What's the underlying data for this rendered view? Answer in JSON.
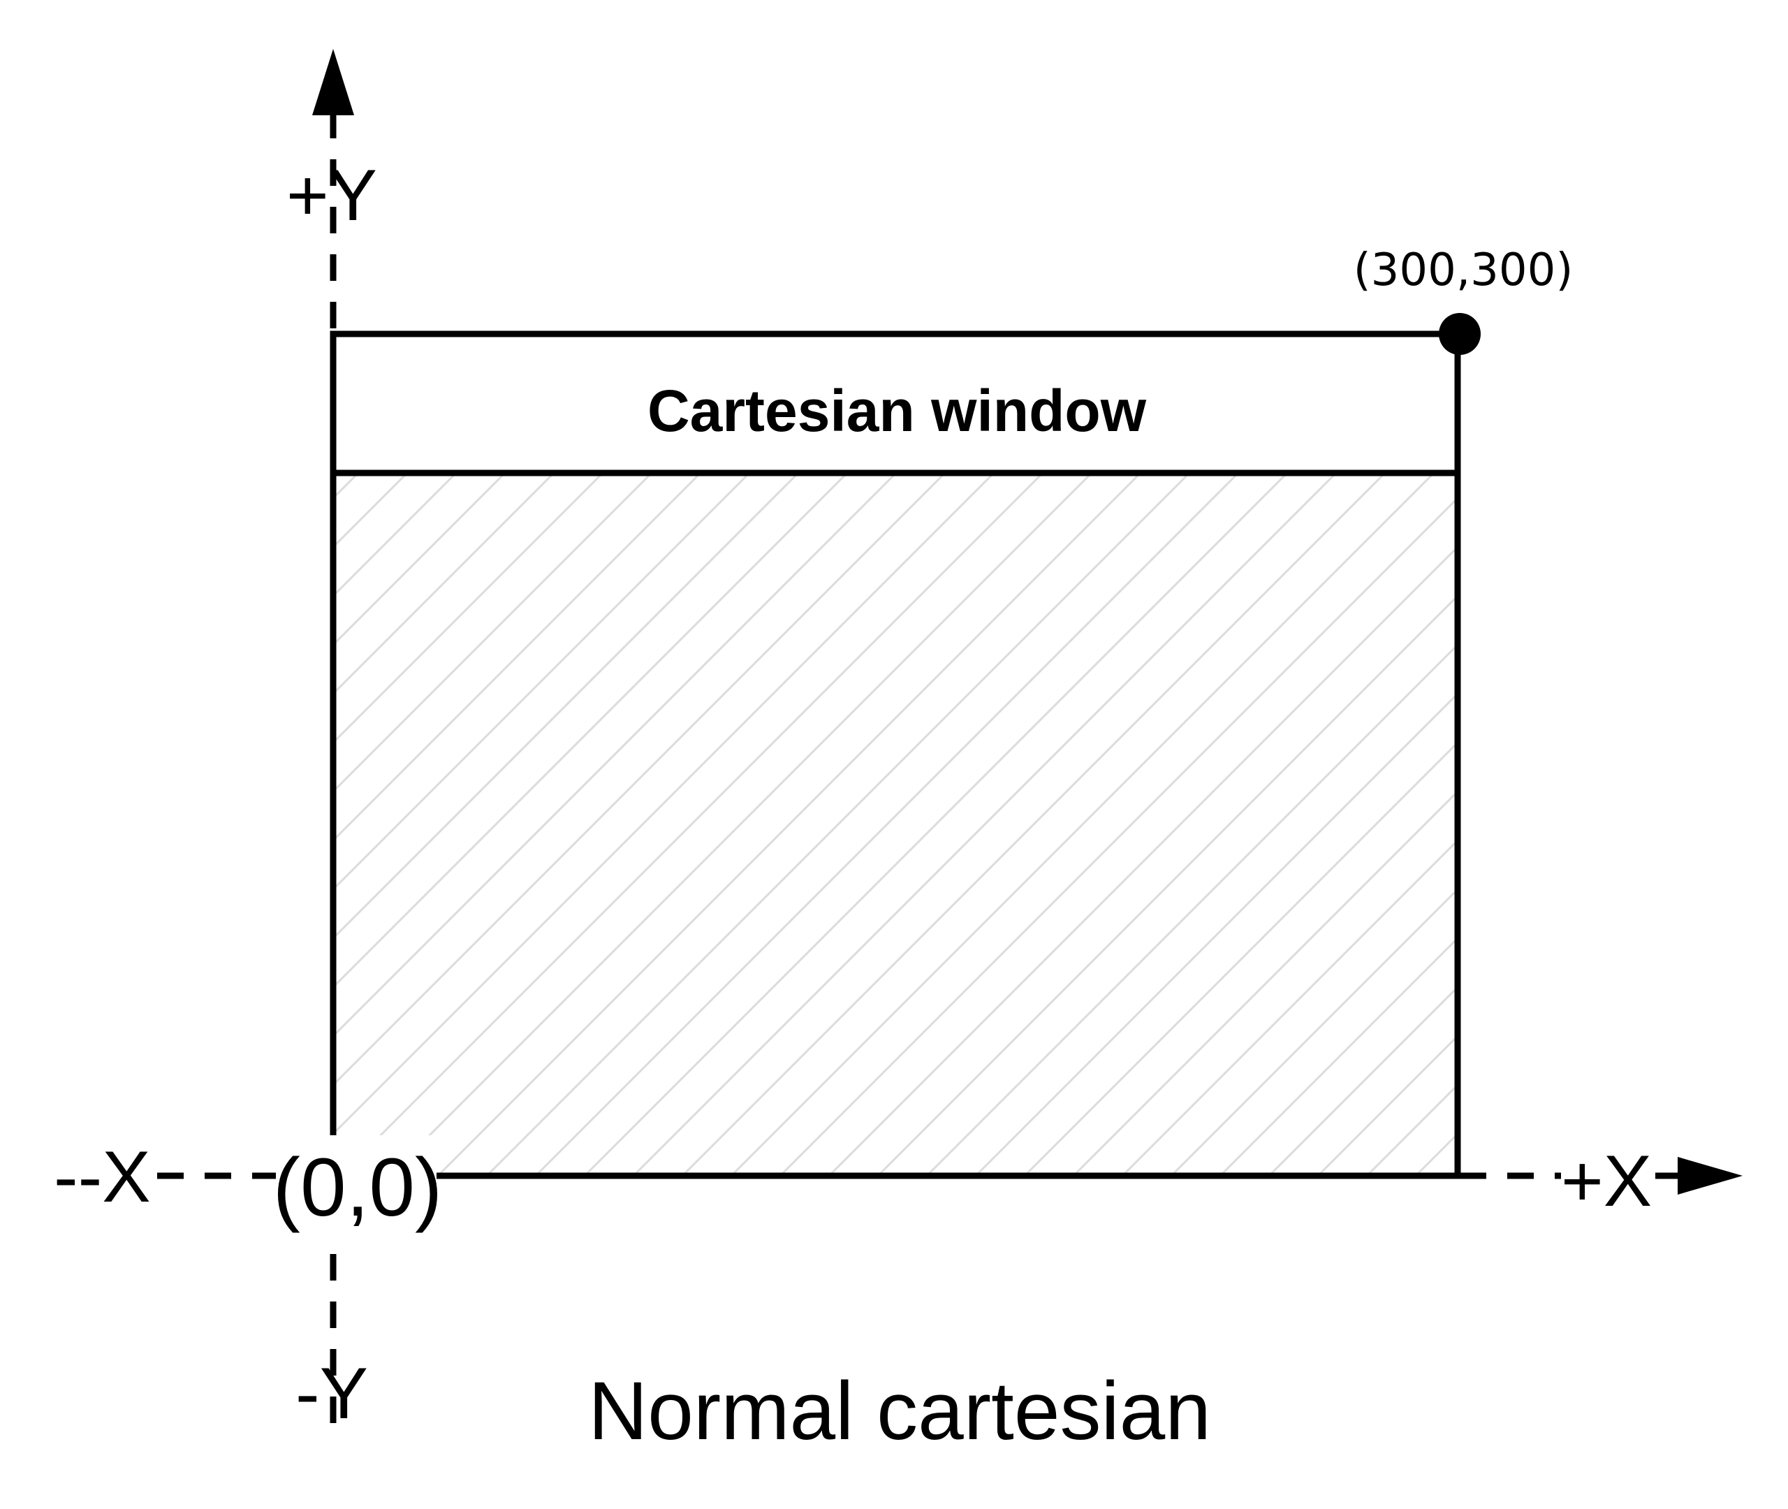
{
  "window": {
    "title": "Cartesian window",
    "hatch_color": "#dcdcdc",
    "border_color": "#000000"
  },
  "axes": {
    "positive_y": "+Y",
    "negative_y": "-Y",
    "positive_x": "+X",
    "negative_x": "--X"
  },
  "points": {
    "origin": "(0,0)",
    "corner": "(300,300)"
  },
  "caption": "Normal cartesian"
}
